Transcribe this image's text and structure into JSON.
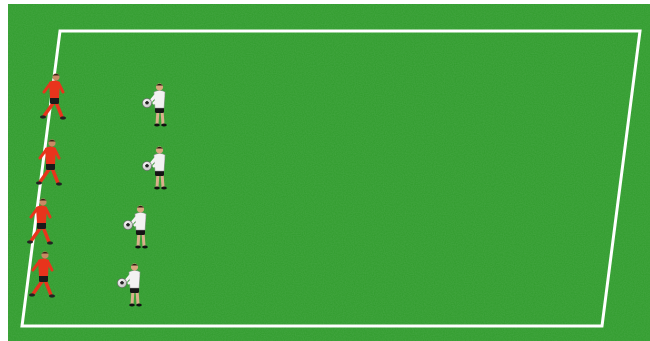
{
  "diagram": {
    "type": "soccer-drill",
    "colors": {
      "grass": "#2e9a2a",
      "grass_dark": "#1f7f20",
      "grass_light": "#48b23c",
      "lines": "#ffffff",
      "red_kit": "#e8341c",
      "red_shorts": "#1a1a1a",
      "white_kit": "#f2f2f2",
      "white_shorts": "#151515",
      "ball": "#ffffff"
    },
    "teams": [
      {
        "name": "red",
        "count": 4,
        "role": "outfield",
        "has_ball": false
      },
      {
        "name": "white",
        "count": 4,
        "role": "server",
        "has_ball": true
      }
    ]
  }
}
